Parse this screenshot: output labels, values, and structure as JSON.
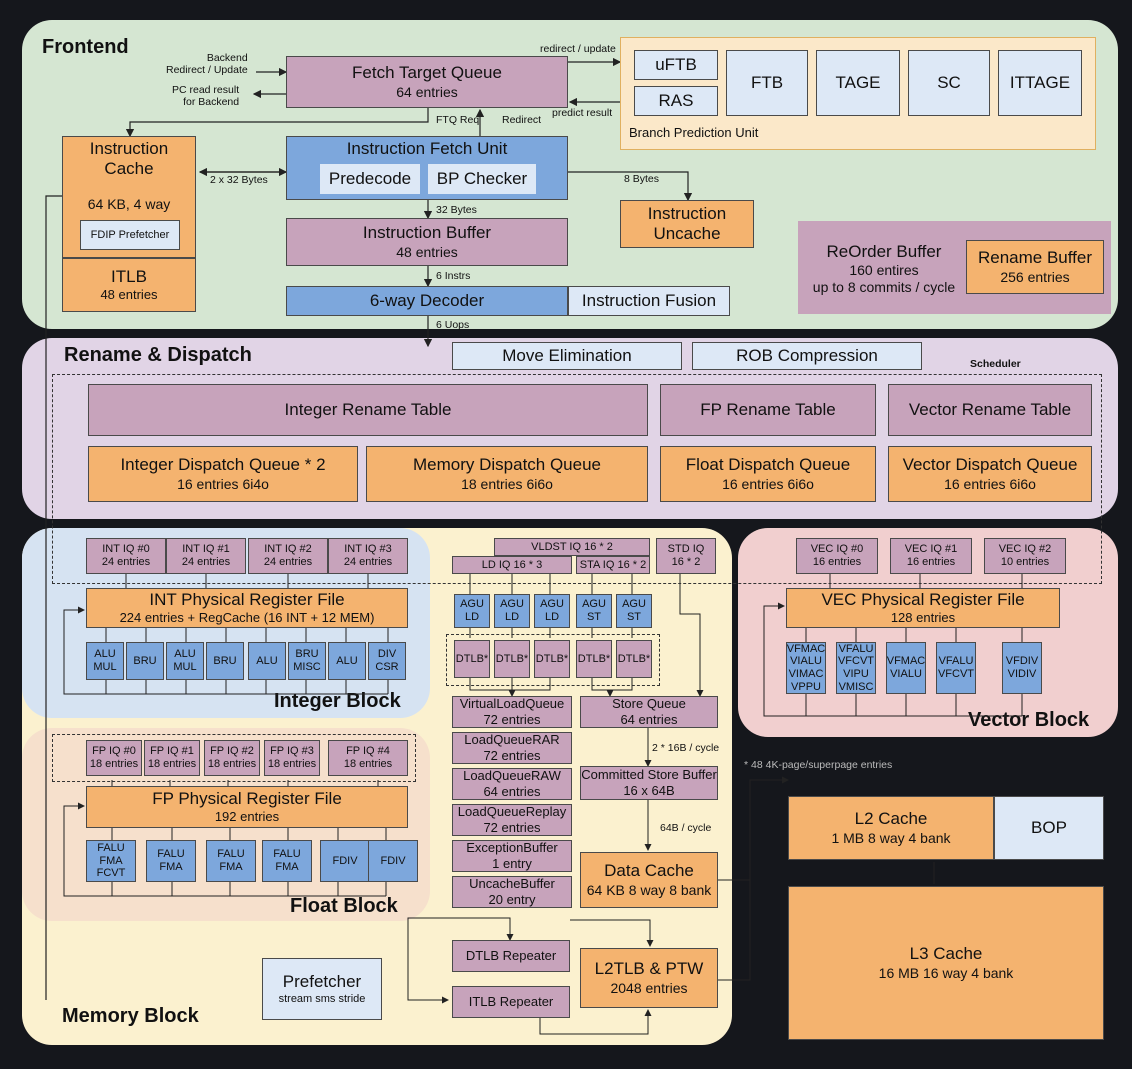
{
  "regions": {
    "frontend": "Frontend",
    "rename": "Rename & Dispatch",
    "integer": "Integer Block",
    "float": "Float Block",
    "vector": "Vector Block",
    "memory": "Memory Block",
    "scheduler": "Scheduler"
  },
  "frontend": {
    "ftq_title": "Fetch Target Queue",
    "ftq_sub": "64 entries",
    "ifu_title": "Instruction Fetch Unit",
    "predecode": "Predecode",
    "bp_checker": "BP Checker",
    "ibuf_title": "Instruction Buffer",
    "ibuf_sub": "48 entries",
    "decoder": "6-way Decoder",
    "fusion": "Instruction Fusion",
    "icache_title": "Instruction Cache",
    "icache_sub": "64 KB, 4 way",
    "fdip": "FDIP Prefetcher",
    "itlb_title": "ITLB",
    "itlb_sub": "48 entries",
    "uncache_l1": "Instruction",
    "uncache_l2": "Uncache",
    "bpu": {
      "label": "Branch Prediction Unit",
      "uftb": "uFTB",
      "ras": "RAS",
      "ftb": "FTB",
      "tage": "TAGE",
      "sc": "SC",
      "ittage": "ITTAGE"
    },
    "labels": {
      "backend_redirect": "Backend\nRedirect / Update",
      "pc_read": "PC read result\nfor Backend",
      "redirect_update": "redirect / update",
      "predict_result": "predict result",
      "ftq_req": "FTQ Req",
      "redirect": "Redirect",
      "bytes_2x32": "2 x 32 Bytes",
      "bytes_8": "8 Bytes",
      "bytes_32": "32 Bytes",
      "instrs_6": "6 Instrs",
      "uops_6": "6 Uops"
    }
  },
  "rob": {
    "title": "ReOrder Buffer",
    "sub1": "160 entires",
    "sub2": "up to 8 commits / cycle",
    "rename_title": "Rename Buffer",
    "rename_sub": "256 entries"
  },
  "rename": {
    "move_elim": "Move Elimination",
    "rob_comp": "ROB Compression",
    "int_rt": "Integer Rename Table",
    "fp_rt": "FP Rename Table",
    "vec_rt": "Vector Rename Table",
    "int_dq": "Integer Dispatch Queue * 2",
    "int_dq_sub": "16 entries  6i4o",
    "mem_dq": "Memory Dispatch Queue",
    "mem_dq_sub": "18 entries  6i6o",
    "fp_dq": "Float Dispatch Queue",
    "fp_dq_sub": "16 entries  6i6o",
    "vec_dq": "Vector Dispatch Queue",
    "vec_dq_sub": "16 entries  6i6o"
  },
  "integer": {
    "iqs": [
      {
        "name": "INT IQ #0",
        "sub": "24 entries"
      },
      {
        "name": "INT IQ #1",
        "sub": "24 entries"
      },
      {
        "name": "INT IQ #2",
        "sub": "24 entries"
      },
      {
        "name": "INT IQ #3",
        "sub": "24 entries"
      }
    ],
    "prf_title": "INT Physical Register File",
    "prf_sub": "224 entries + RegCache (16 INT + 12 MEM)",
    "units": [
      [
        "ALU",
        "MUL"
      ],
      [
        "BRU"
      ],
      [
        "ALU",
        "MUL"
      ],
      [
        "BRU"
      ],
      [
        "ALU"
      ],
      [
        "BRU",
        "MISC"
      ],
      [
        "ALU"
      ],
      [
        "DIV",
        "CSR"
      ]
    ]
  },
  "float": {
    "iqs": [
      {
        "name": "FP IQ #0",
        "sub": "18 entries"
      },
      {
        "name": "FP IQ #1",
        "sub": "18 entries"
      },
      {
        "name": "FP IQ #2",
        "sub": "18 entries"
      },
      {
        "name": "FP IQ #3",
        "sub": "18 entries"
      },
      {
        "name": "FP IQ #4",
        "sub": "18 entries"
      }
    ],
    "prf_title": "FP Physical Register File",
    "prf_sub": "192 entries",
    "units": [
      [
        "FALU",
        "FMA",
        "FCVT"
      ],
      [
        "FALU",
        "FMA"
      ],
      [
        "FALU",
        "FMA"
      ],
      [
        "FALU",
        "FMA"
      ],
      [
        "FDIV"
      ],
      [
        "FDIV"
      ]
    ]
  },
  "vector": {
    "iqs": [
      {
        "name": "VEC IQ #0",
        "sub": "16 entries"
      },
      {
        "name": "VEC IQ #1",
        "sub": "16 entries"
      },
      {
        "name": "VEC IQ #2",
        "sub": "10 entries"
      }
    ],
    "prf_title": "VEC Physical Register File",
    "prf_sub": "128 entries",
    "units": [
      [
        "VFMAC",
        "VIALU",
        "VIMAC",
        "VPPU"
      ],
      [
        "VFALU",
        "VFCVT",
        "VIPU",
        "VMISC"
      ],
      [
        "VFMAC",
        "VIALU"
      ],
      [
        "VFALU",
        "VFCVT"
      ],
      [
        "VFDIV",
        "VIDIV"
      ]
    ]
  },
  "memory": {
    "vldst_iq": "VLDST IQ 16 * 2",
    "ld_iq": "LD IQ 16 * 3",
    "sta_iq": "STA IQ 16 * 2",
    "std_iq_l1": "STD IQ",
    "std_iq_l2": "16 * 2",
    "agus": [
      [
        "AGU",
        "LD"
      ],
      [
        "AGU",
        "LD"
      ],
      [
        "AGU",
        "LD"
      ],
      [
        "AGU",
        "ST"
      ],
      [
        "AGU",
        "ST"
      ]
    ],
    "dtlb": "DTLB*",
    "vlq_title": "VirtualLoadQueue",
    "vlq_sub": "72 entries",
    "lqrar_title": "LoadQueueRAR",
    "lqrar_sub": "72 entries",
    "lqraw_title": "LoadQueueRAW",
    "lqraw_sub": "64 entries",
    "lqreplay_title": "LoadQueueReplay",
    "lqreplay_sub": "72 entries",
    "excbuf_title": "ExceptionBuffer",
    "excbuf_sub": "1 entry",
    "uncbuf_title": "UncacheBuffer",
    "uncbuf_sub": "20 entry",
    "sq_title": "Store Queue",
    "sq_sub": "64 entries",
    "sq_label": "2 * 16B / cycle",
    "csb_title": "Committed Store Buffer",
    "csb_sub": "16 x 64B",
    "csb_label": "64B / cycle",
    "dcache_title": "Data Cache",
    "dcache_sub": "64 KB 8 way 8 bank",
    "dtlb_rep": "DTLB Repeater",
    "itlb_rep": "ITLB Repeater",
    "l2tlb_title": "L2TLB & PTW",
    "l2tlb_sub": "2048 entries",
    "pref_title": "Prefetcher",
    "pref_sub": "stream sms stride",
    "dtlb_note": "* 48 4K-page/superpage entries"
  },
  "l2": {
    "title": "L2 Cache",
    "sub": "1 MB 8 way 4 bank",
    "bop": "BOP"
  },
  "l3": {
    "title": "L3 Cache",
    "sub": "16 MB 16 way 4 bank"
  },
  "colors": {
    "purple": "#c7a3bb",
    "orange": "#f4b36f",
    "blue": "#7da7dc",
    "light_blue": "#dde8f6",
    "frontend_bg": "#d5e6d2",
    "rename_bg": "#e1d4e6",
    "integer_bg": "#d6e3f2",
    "float_bg": "#f6e0cc",
    "vector_bg": "#f1cfcf",
    "memory_bg": "#fbf1cf"
  }
}
